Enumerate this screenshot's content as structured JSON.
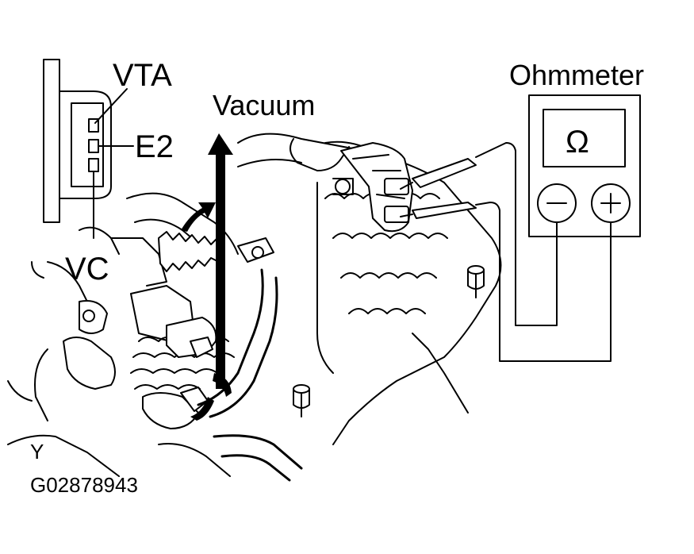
{
  "labels": {
    "vta": "VTA",
    "e2": "E2",
    "vc": "VC",
    "vacuum": "Vacuum",
    "ohmmeter": "Ohmmeter",
    "ohm_symbol": "Ω",
    "view_letter": "Y",
    "figure_id": "G02878943"
  }
}
